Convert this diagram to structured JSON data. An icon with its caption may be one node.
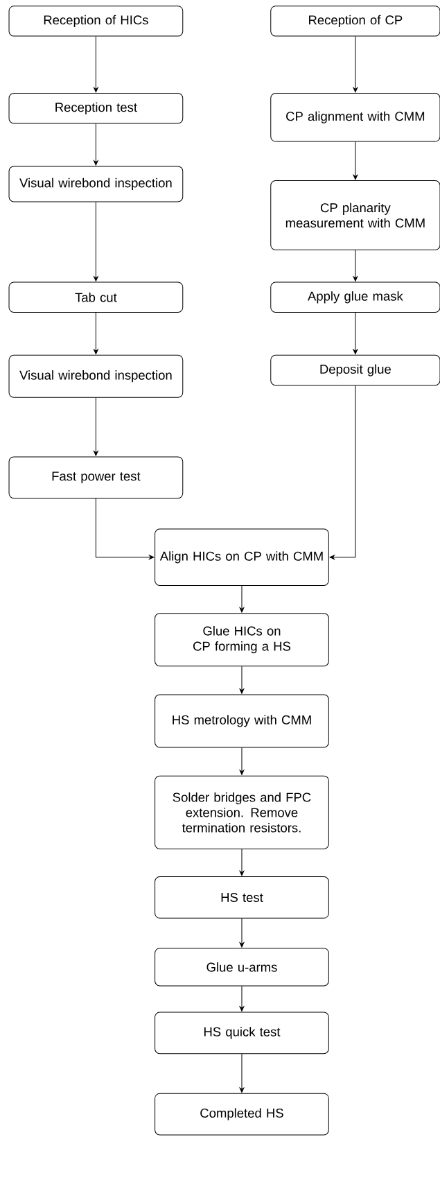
{
  "diagram": {
    "nodes": [
      {
        "text": [
          "Reception of HICs"
        ]
      },
      {
        "text": [
          "Reception test"
        ]
      },
      {
        "text": [
          "Visual wirebond inspection"
        ]
      },
      {
        "text": [
          "Tab cut"
        ]
      },
      {
        "text": [
          "Visual wirebond inspection"
        ]
      },
      {
        "text": [
          "Fast power test"
        ]
      },
      {
        "text": [
          "Reception of CP"
        ]
      },
      {
        "text": [
          "CP alignment with CMM"
        ]
      },
      {
        "text": [
          "CP planarity measurement with CMM"
        ]
      },
      {
        "text": [
          "Apply glue mask"
        ]
      },
      {
        "text": [
          "Deposit glue"
        ]
      },
      {
        "text": [
          "Align HICs on CP with CMM"
        ]
      },
      {
        "text": [
          "Glue HICs on CP forming a HS"
        ]
      },
      {
        "text": [
          "HS metrology with CMM"
        ]
      },
      {
        "text": [
          "Solder bridges and FPC extension. Remove termination resistors."
        ]
      },
      {
        "text": [
          "HS test"
        ]
      },
      {
        "text": [
          "Glue u-arms"
        ]
      },
      {
        "text": [
          "HS quick test"
        ]
      },
      {
        "text": [
          "Completed HS"
        ]
      }
    ],
    "edges": [
      {
        "from": 0,
        "to": 1,
        "arrow": "to"
      },
      {
        "from": 1,
        "to": 2,
        "arrow": "to"
      },
      {
        "from": 2,
        "to": 3,
        "arrow": "to"
      },
      {
        "from": 3,
        "to": 4,
        "arrow": "to"
      },
      {
        "from": 4,
        "to": 5,
        "arrow": "to"
      },
      {
        "from": 5,
        "to": 11,
        "arrow": "to"
      },
      {
        "from": 6,
        "to": 7,
        "arrow": "to"
      },
      {
        "from": 7,
        "to": 8,
        "arrow": "to"
      },
      {
        "from": 8,
        "to": 9,
        "arrow": "to"
      },
      {
        "from": 9,
        "to": 10,
        "arrow": "to"
      },
      {
        "from": 10,
        "to": 11,
        "arrow": "to"
      },
      {
        "from": 11,
        "to": 12,
        "arrow": "to"
      },
      {
        "from": 12,
        "to": 13,
        "arrow": "to"
      },
      {
        "from": 13,
        "to": 14,
        "arrow": "to"
      },
      {
        "from": 14,
        "to": 15,
        "arrow": "to"
      },
      {
        "from": 15,
        "to": 16,
        "arrow": "to"
      },
      {
        "from": 16,
        "to": 17,
        "arrow": "to"
      },
      {
        "from": 17,
        "to": 18,
        "arrow": "to"
      }
    ]
  }
}
